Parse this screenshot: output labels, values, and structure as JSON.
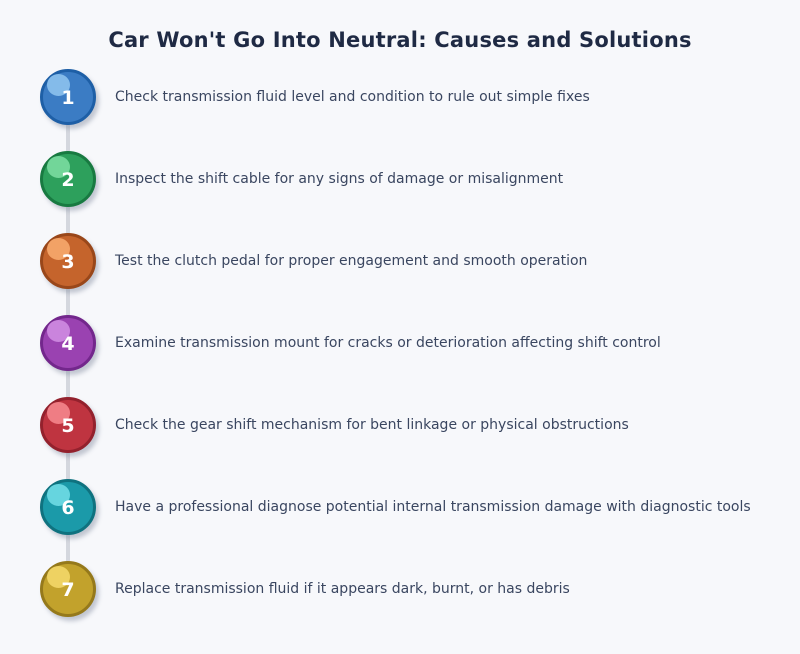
{
  "title": "Car Won't Go Into Neutral: Causes and Solutions",
  "colors": {
    "background": "#f7f8fb",
    "title_text": "#1f2a44",
    "item_text": "#3a4660",
    "connector_line": "#d4d7de",
    "number_text": "#ffffff"
  },
  "items": [
    {
      "number": "1",
      "text": "Check transmission fluid level and condition to rule out simple fixes",
      "colors": {
        "fill": "#3b7cc4",
        "border": "#1e5fa6",
        "highlight": "#84bbea"
      }
    },
    {
      "number": "2",
      "text": "Inspect the shift cable for any signs of damage or misalignment",
      "colors": {
        "fill": "#2da05c",
        "border": "#187a41",
        "highlight": "#72d699"
      }
    },
    {
      "number": "3",
      "text": "Test the clutch pedal for proper engagement and smooth operation",
      "colors": {
        "fill": "#c5642c",
        "border": "#99471a",
        "highlight": "#f2a266"
      }
    },
    {
      "number": "4",
      "text": "Examine transmission mount for cracks or deterioration affecting shift control",
      "colors": {
        "fill": "#9a42b1",
        "border": "#73278c",
        "highlight": "#ca84dd"
      }
    },
    {
      "number": "5",
      "text": "Check the gear shift mechanism for bent linkage or physical obstructions",
      "colors": {
        "fill": "#bf3440",
        "border": "#93212d",
        "highlight": "#ef7d84"
      }
    },
    {
      "number": "6",
      "text": "Have a professional diagnose potential internal transmission damage with diagnostic tools",
      "colors": {
        "fill": "#1b9aa9",
        "border": "#0f727f",
        "highlight": "#66d5df"
      }
    },
    {
      "number": "7",
      "text": "Replace transmission fluid if it appears dark, burnt, or has debris",
      "colors": {
        "fill": "#c2a22c",
        "border": "#95791b",
        "highlight": "#eed262"
      }
    }
  ]
}
